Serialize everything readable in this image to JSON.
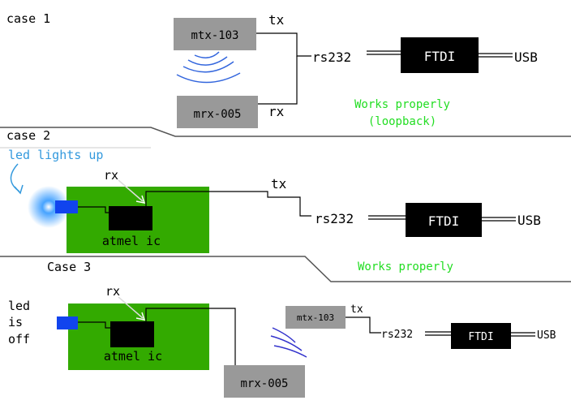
{
  "case1": {
    "title": "case 1",
    "transmitter": "mtx-103",
    "receiver": "mrx-005",
    "tx_label": "tx",
    "rx_label": "rx",
    "serial": "rs232",
    "chip": "FTDI",
    "usb": "USB",
    "note_line1": "Works properly",
    "note_line2": "(loopback)"
  },
  "case2": {
    "title": "case 2",
    "led_note": "led lights up",
    "rx_label": "rx",
    "mcu": "atmel ic",
    "tx_label": "tx",
    "serial": "rs232",
    "chip": "FTDI",
    "usb": "USB"
  },
  "case3": {
    "title": "Case 3",
    "works_note": "Works properly",
    "led_note_lines": [
      "led",
      "is",
      "off"
    ],
    "rx_label": "rx",
    "mcu": "atmel ic",
    "receiver": "mrx-005",
    "transmitter": "mtx-103",
    "tx_label": "tx",
    "serial": "rs232",
    "chip": "FTDI",
    "usb": "USB"
  },
  "colors": {
    "board_green": "#33aa00",
    "module_gray": "#999999",
    "ftdi_black": "#000000",
    "note_green": "#22dd22",
    "note_blue": "#3399dd",
    "wave_blue": "#3366dd",
    "led_blue": "#1144ee"
  }
}
